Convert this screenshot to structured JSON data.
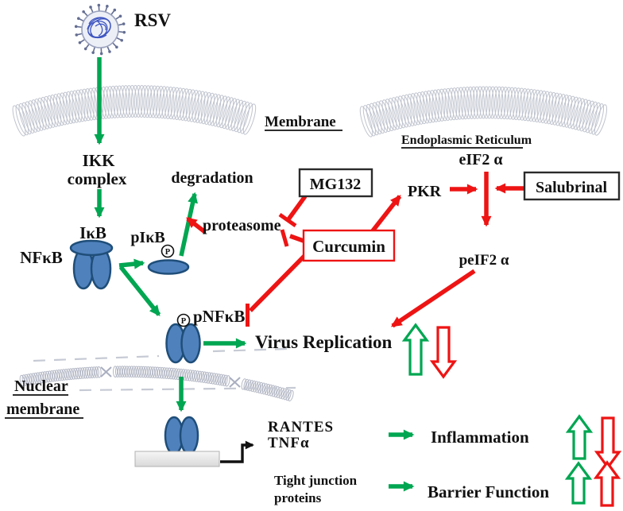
{
  "labels": {
    "rsv": "RSV",
    "membrane": "Membrane",
    "ikk_line1": "IKK",
    "ikk_line2": "complex",
    "ikb": "IκB",
    "nfkb": "NFκB",
    "pikb": "pIκB",
    "degradation": "degradation",
    "proteasome": "proteasome",
    "phospho": "P",
    "mg132": "MG132",
    "curcumin": "Curcumin",
    "pkr": "PKR",
    "endoplasmic_reticulum": "Endoplasmic Reticulum",
    "eif2a": "eIF2 α",
    "salubrinal": "Salubrinal",
    "peif2a": "peIF2 α",
    "pnfkb": "pNFκB",
    "virus_replication": "Virus Replication",
    "nuclear_line1": "Nuclear",
    "nuclear_line2": "membrane",
    "rantes": "RANTES",
    "tnfa": "TNFα",
    "inflammation": "Inflammation",
    "tight_junction_line1": "Tight junction",
    "tight_junction_line2": "proteins",
    "barrier_function": "Barrier Function"
  },
  "colors": {
    "activation_green": "#00a651",
    "inhibition_red": "#ee1414",
    "protein_blue_fill": "#4f81bd",
    "protein_blue_stroke": "#1f4e79",
    "membrane_grey": "#bfc3ce",
    "virus_scribble_blue": "#3c54c0",
    "text_black": "#111111"
  }
}
